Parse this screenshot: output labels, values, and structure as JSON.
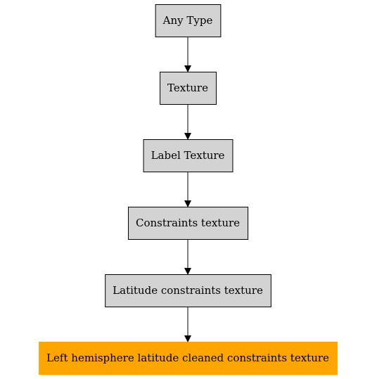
{
  "diagram": {
    "nodes": [
      {
        "id": "any-type",
        "label": "Any Type",
        "fill": "#d3d3d3",
        "stroke": "#000000"
      },
      {
        "id": "texture",
        "label": "Texture",
        "fill": "#d3d3d3",
        "stroke": "#000000"
      },
      {
        "id": "label-texture",
        "label": "Label Texture",
        "fill": "#d3d3d3",
        "stroke": "#000000"
      },
      {
        "id": "constraints-texture",
        "label": "Constraints texture",
        "fill": "#d3d3d3",
        "stroke": "#000000"
      },
      {
        "id": "latitude-constraints-texture",
        "label": "Latitude constraints texture",
        "fill": "#d3d3d3",
        "stroke": "#000000"
      },
      {
        "id": "left-hemisphere-latitude-cleaned-constraints-texture",
        "label": "Left hemisphere latitude cleaned constraints texture",
        "fill": "#ffa500",
        "stroke": "#ffa500"
      }
    ],
    "edges": [
      {
        "from": "any-type",
        "to": "texture"
      },
      {
        "from": "texture",
        "to": "label-texture"
      },
      {
        "from": "label-texture",
        "to": "constraints-texture"
      },
      {
        "from": "constraints-texture",
        "to": "latitude-constraints-texture"
      },
      {
        "from": "latitude-constraints-texture",
        "to": "left-hemisphere-latitude-cleaned-constraints-texture"
      }
    ]
  }
}
